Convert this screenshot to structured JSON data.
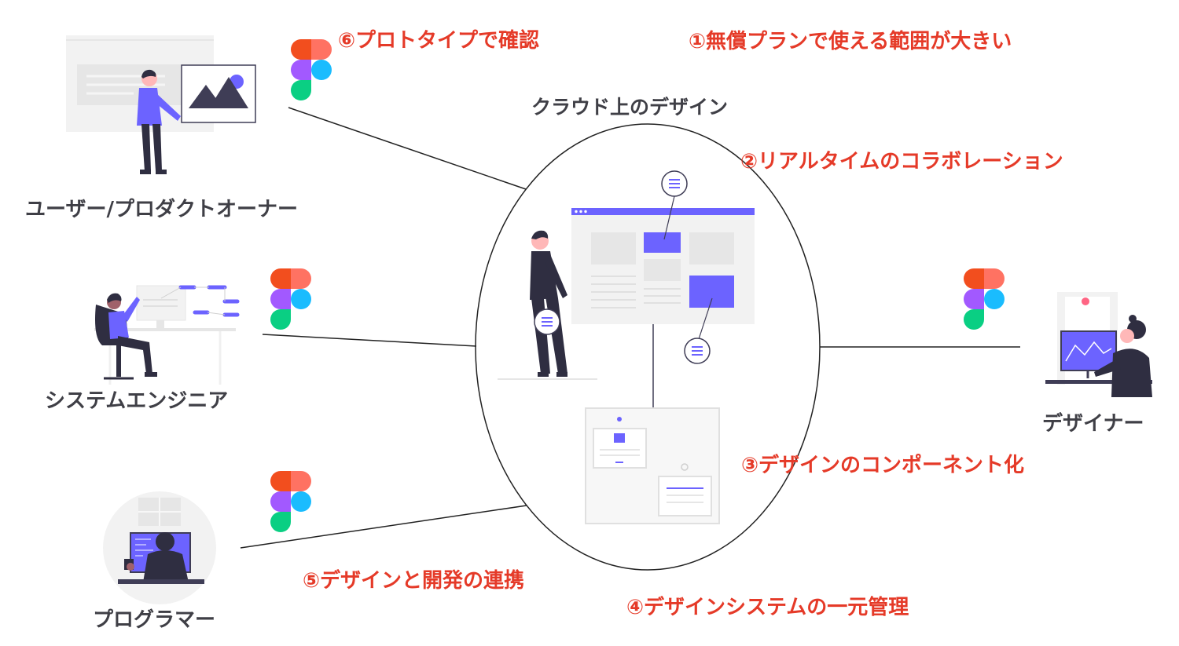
{
  "center": {
    "title": "クラウド上のデザイン"
  },
  "roles": {
    "user_owner": "ユーザー/プロダクトオーナー",
    "system_engineer": "システムエンジニア",
    "programmer": "プログラマー",
    "designer": "デザイナー"
  },
  "features": {
    "f1": "①無償プランで使える範囲が大きい",
    "f2": "②リアルタイムのコラボレーション",
    "f3": "③デザインのコンポーネント化",
    "f4": "④デザインシステムの一元管理",
    "f5": "⑤デザインと開発の連携",
    "f6": "⑥プロトタイプで確認"
  },
  "colors": {
    "accent": "#6c63ff",
    "feature_text": "#e53a28",
    "label_text": "#3f3f46",
    "figma_red": "#f24e1e",
    "figma_salmon": "#ff7262",
    "figma_purple": "#a259ff",
    "figma_blue": "#1abcfe",
    "figma_green": "#0acf83"
  },
  "icons": {
    "figma": "figma-logo-icon",
    "comment": "comment-bubble-icon",
    "mountain": "mountain-image-icon"
  }
}
